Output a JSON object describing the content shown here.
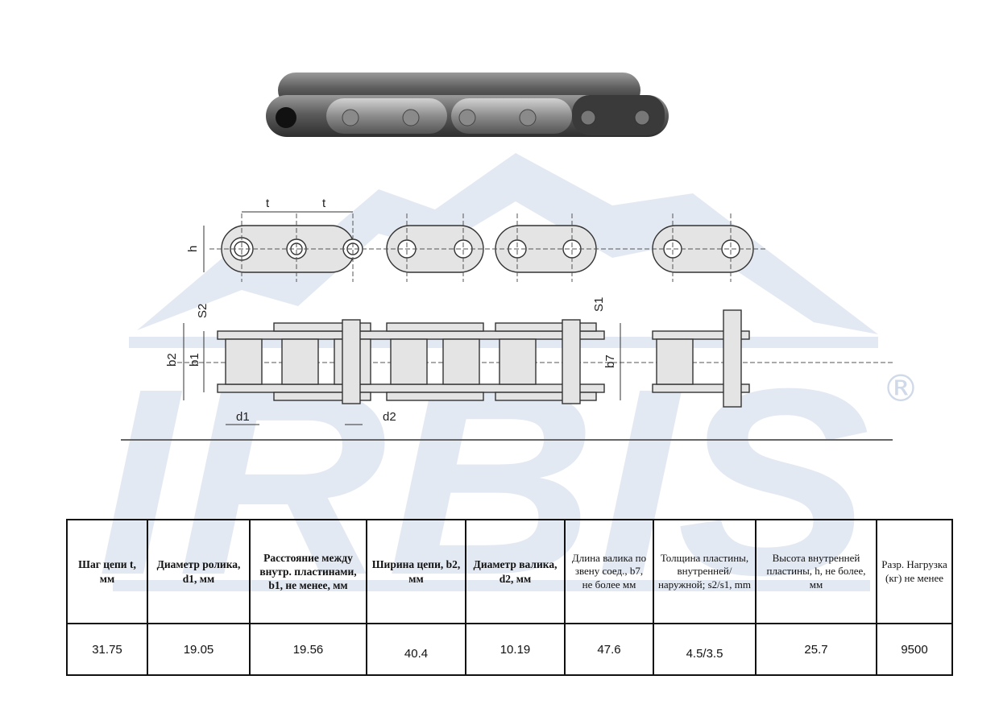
{
  "brand": {
    "watermark_text": "IRBIS",
    "registered_mark": "®",
    "watermark_color": "#d4deeb"
  },
  "drawing_labels": {
    "pitch": "t",
    "height": "h",
    "outer_plate_thickness": "S2",
    "inner_plate_thickness": "S1",
    "chain_width": "b2",
    "inner_width": "b1",
    "pin_length": "b7",
    "roller_diameter": "d1",
    "pin_diameter": "d2"
  },
  "spec_table": {
    "headers": [
      "Шаг цепи t, мм",
      "Диаметр ролика, d1, мм",
      "Расстояние между внутр. пластинами, b1, не менее, мм",
      "Ширина цепи, b2, мм",
      "Диаметр валика, d2, мм",
      "Длина валика по звену соед., b7, не более мм",
      "Толщина пластины, внутренней/наружной; s2/s1, mm",
      "Высота внутренней пластины, h, не более, мм",
      "Разр. Нагрузка (кг) не менее"
    ],
    "values": [
      "31.75",
      "19.05",
      "19.56",
      "40.4",
      "10.19",
      "47.6",
      "4.5/3.5",
      "25.7",
      "9500"
    ]
  }
}
